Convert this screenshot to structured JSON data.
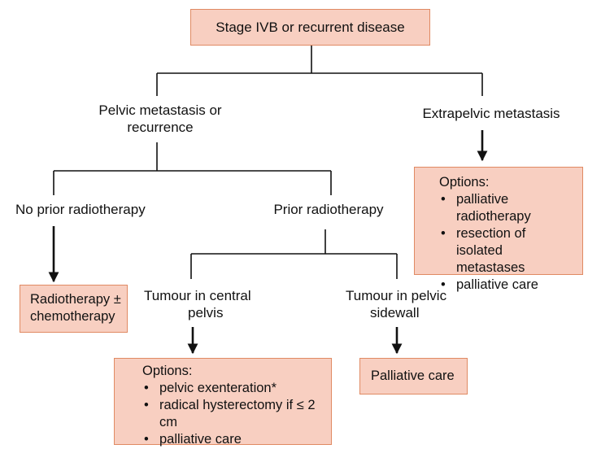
{
  "nodes": {
    "stage": "Stage IVB or recurrent disease",
    "pelvic": [
      "Pelvic metastasis or",
      "recurrence"
    ],
    "extrapelvic": "Extrapelvic metastasis",
    "no_prior": "No prior radiotherapy",
    "prior": "Prior radiotherapy",
    "radio_chemo": [
      "Radiotherapy ±",
      "chemotherapy"
    ],
    "central": [
      "Tumour in central",
      "pelvis"
    ],
    "sidewall": [
      "Tumour in pelvic",
      "sidewall"
    ],
    "palliative": "Palliative care"
  },
  "extrapelvic_options": {
    "title": "Options:",
    "items": [
      "palliative radiotherapy",
      "resection of isolated metastases",
      "palliative care"
    ]
  },
  "central_options": {
    "title": "Options:",
    "items": [
      "pelvic exenteration*",
      "radical hysterectomy if ≤ 2 cm",
      "palliative care"
    ]
  },
  "colors": {
    "box_fill": "#f8cfc1",
    "box_border": "#e08a63",
    "line": "#111111"
  }
}
